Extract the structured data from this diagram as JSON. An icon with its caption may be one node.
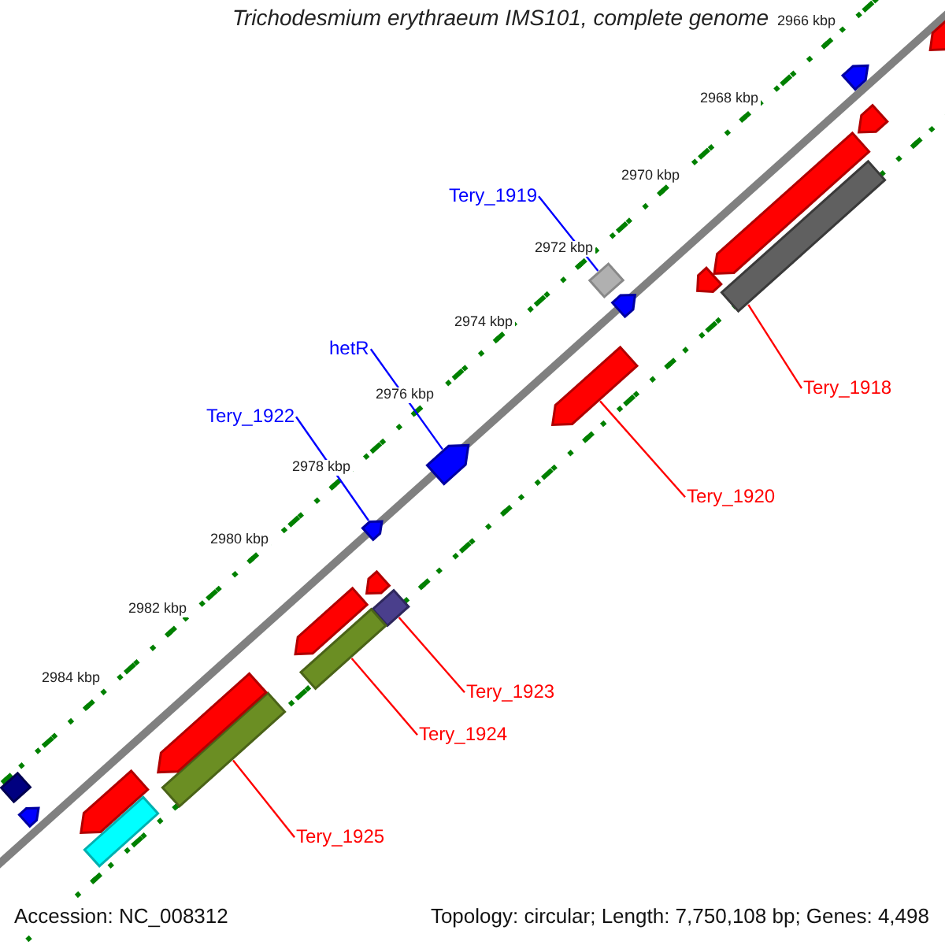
{
  "diagram": {
    "title": "Trichodesmium erythraeum IMS101, complete genome",
    "nodes": [
      {
        "text": [
          "Tery_1919"
        ]
      },
      {
        "text": [],
        "shape": "bar"
      },
      {
        "text": [
          "hetR"
        ]
      },
      {
        "text": [],
        "shape": "pentagon"
      },
      {
        "text": [
          "Tery_1922"
        ]
      },
      {
        "text": [],
        "shape": "pentagon"
      },
      {
        "text": [
          "Tery_1918"
        ]
      },
      {
        "text": [],
        "shape": "bar"
      },
      {
        "text": [
          "Tery_1920"
        ]
      },
      {
        "text": [],
        "shape": "pentagon"
      },
      {
        "text": [
          "Tery_1923"
        ]
      },
      {
        "text": [],
        "shape": "bar"
      },
      {
        "text": [
          "Tery_1924"
        ]
      },
      {
        "text": [],
        "shape": "bar"
      },
      {
        "text": [
          "Tery_1925"
        ]
      },
      {
        "text": [],
        "shape": "bar"
      },
      {
        "text": [],
        "shape": "pentagon"
      },
      {
        "text": [],
        "shape": "pentagon"
      },
      {
        "text": [],
        "shape": "pentagon"
      },
      {
        "text": [],
        "shape": "pentagon"
      },
      {
        "text": [],
        "shape": "pentagon"
      },
      {
        "text": [],
        "shape": "pentagon"
      },
      {
        "text": [],
        "shape": "pentagon"
      },
      {
        "text": [],
        "shape": "pentagon"
      },
      {
        "text": [],
        "shape": "pentagon"
      },
      {
        "text": [],
        "shape": "bar"
      },
      {
        "text": [],
        "shape": "pentagon"
      },
      {
        "text": [],
        "shape": "pentagon"
      },
      {
        "text": [],
        "shape": "bar"
      }
    ],
    "edges": [
      {
        "from": 0,
        "to": 1,
        "arrow": "none",
        "color": "#0000ff"
      },
      {
        "from": 2,
        "to": 3,
        "arrow": "none",
        "color": "#0000ff"
      },
      {
        "from": 4,
        "to": 5,
        "arrow": "none",
        "color": "#0000ff"
      },
      {
        "from": 6,
        "to": 7,
        "arrow": "none"
      },
      {
        "from": 8,
        "to": 9,
        "arrow": "none"
      },
      {
        "from": 10,
        "to": 11,
        "arrow": "none"
      },
      {
        "from": 12,
        "to": 13,
        "arrow": "none"
      },
      {
        "from": 14,
        "to": 15,
        "arrow": "none"
      }
    ],
    "labels": [
      "2966 kbp",
      "2968 kbp",
      "2970 kbp",
      "2972 kbp",
      "2974 kbp",
      "2976 kbp",
      "2978 kbp",
      "2980 kbp",
      "2982 kbp",
      "2984 kbp",
      "Accession: NC_008312",
      "Topology: circular; Length: 7,750,108 bp; Genes: 4,498"
    ]
  }
}
